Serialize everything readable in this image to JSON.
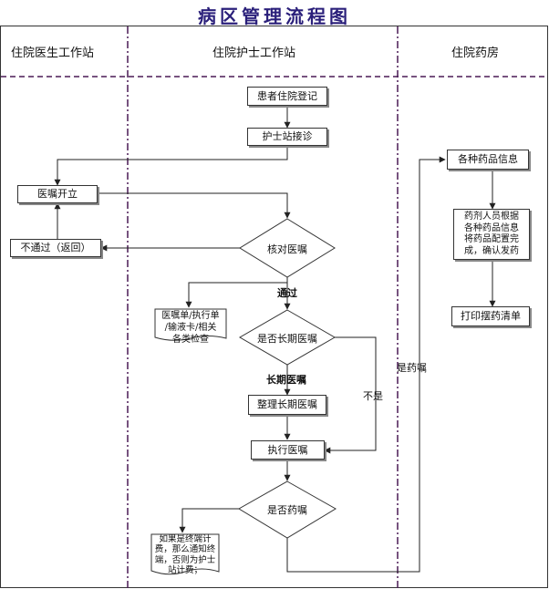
{
  "title": "病区管理流程图",
  "lanes": {
    "doctor": "住院医生工作站",
    "nurse": "住院护士工作站",
    "pharmacy": "住院药房"
  },
  "nodes": {
    "register": "患者住院登记",
    "nurse_receive": "护士站接诊",
    "order_issue": "医嘱开立",
    "reject": "不通过（返回）",
    "verify": "核对医嘱",
    "long_term_q": "是否长期医嘱",
    "organize": "整理长期医嘱",
    "execute": "执行医嘱",
    "drug_q": "是否药嘱",
    "print_docs": "医嘱单/执行单\n/输液卡/相关\n各类检查",
    "billing": "如果是终端计\n费，那么通知终\n端，否则为护士\n站计费；",
    "drug_info": "各种药品信息",
    "dispense": "药剂人员根据\n各种药品信息\n将药品配置完\n成，确认发药",
    "print_list": "打印摆药清单"
  },
  "edge_labels": {
    "pass": "通过",
    "long_term": "长期医嘱",
    "no": "不是",
    "is_drug": "是药嘱"
  }
}
